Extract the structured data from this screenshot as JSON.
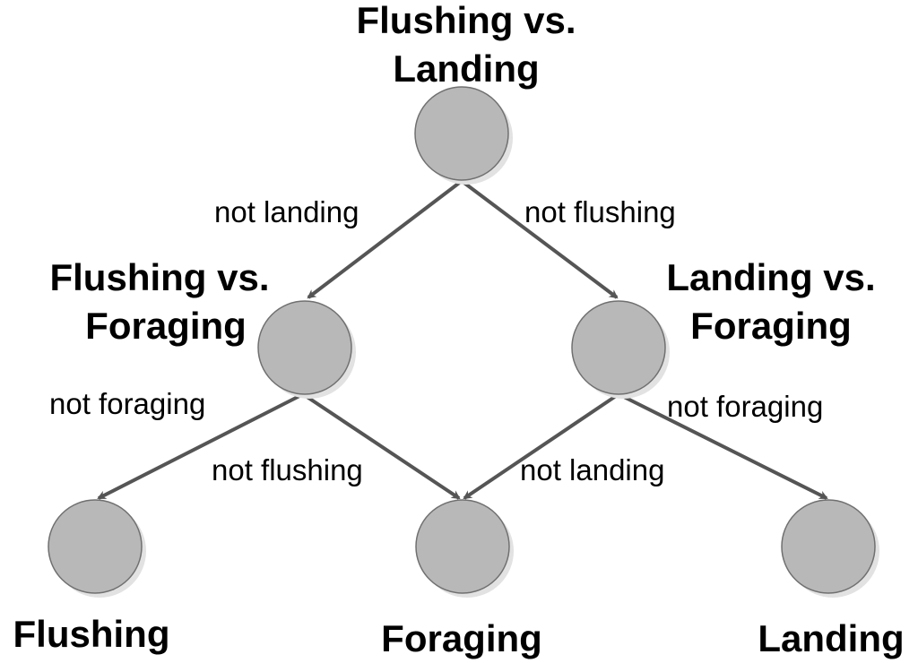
{
  "colors": {
    "node_fill": "#b8b8b8",
    "node_stroke": "#707070",
    "node_shadow": "#e2e2e2",
    "arrow": "#555555",
    "text": "#000000"
  },
  "nodes": {
    "root": {
      "line1": "Flushing vs.",
      "line2": "Landing"
    },
    "left": {
      "line1": "Flushing vs.",
      "line2": "Foraging"
    },
    "right": {
      "line1": "Landing vs.",
      "line2": "Foraging"
    },
    "leaf_flushing": {
      "label": "Flushing"
    },
    "leaf_foraging": {
      "label": "Foraging"
    },
    "leaf_landing": {
      "label": "Landing"
    }
  },
  "edges": {
    "root_left": "not landing",
    "root_right": "not flushing",
    "left_flushing": "not foraging",
    "left_foraging": "not flushing",
    "right_foraging": "not landing",
    "right_landing": "not foraging"
  }
}
